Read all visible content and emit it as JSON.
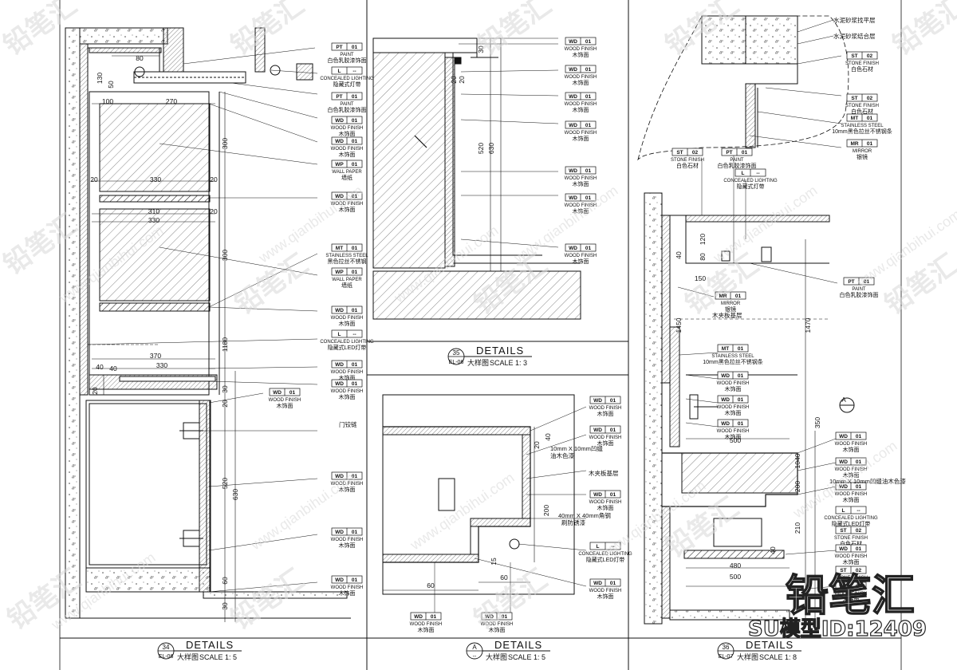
{
  "watermark": {
    "brand": "铅笔汇",
    "url": "www.qianbihui.com",
    "model_id": "SU模型ID:12409"
  },
  "tags": {
    "pt": {
      "code": "PT",
      "num": "01",
      "en": "PAINT",
      "cn": "白色乳胶漆饰面"
    },
    "wd": {
      "code": "WD",
      "num": "01",
      "en": "WOOD FINISH",
      "cn": "木饰面"
    },
    "wp": {
      "code": "WP",
      "num": "01",
      "en": "WALL PAPER",
      "cn": "墙纸"
    },
    "mt": {
      "code": "MT",
      "num": "01",
      "en": "STAINLESS STEEL",
      "cn": "黑色拉丝不锈钢"
    },
    "mt_long": {
      "code": "MT",
      "num": "01",
      "en": "STAINLESS STEEL",
      "cn": "10mm黑色拉丝不锈钢条"
    },
    "l": {
      "code": "L",
      "num": "--",
      "en": "CONCEALED LIGHTING",
      "cn": "隐藏式灯带"
    },
    "l_led": {
      "code": "L",
      "num": "--",
      "en": "CONCEALED LIGHTING",
      "cn": "隐藏式LED灯带"
    },
    "st": {
      "code": "ST",
      "num": "02",
      "en": "STONE FINISH",
      "cn": "白色石材"
    },
    "mr": {
      "code": "MR",
      "num": "01",
      "en": "MIRROR",
      "cn": "银镜"
    }
  },
  "notes": {
    "hinge": "门铰链",
    "groove": "10mm X 10mm凹缝",
    "groove2": "油木色漆",
    "plywood": "木夹板基层",
    "angle": "40mm X 40mm角钢",
    "angle2": "刷防锈漆",
    "cement1": "水泥砂浆找平层",
    "cement2": "水泥砂浆结合层",
    "mirror_base": "木夹板基层",
    "groove_long": "10mm X 10mm凹缝油木色漆"
  },
  "dims": {
    "d34": [
      "80",
      "130",
      "50",
      "100",
      "270",
      "300",
      "20",
      "330",
      "20",
      "310",
      "330",
      "20",
      "300",
      "1180",
      "370",
      "330",
      "40",
      "40",
      "20",
      "30",
      "20",
      "520",
      "630",
      "60",
      "30"
    ],
    "d35": [
      "30",
      "20",
      "20",
      "520",
      "630"
    ],
    "da": [
      "20",
      "40",
      "200",
      "60",
      "60",
      "15"
    ],
    "d36": [
      "120",
      "80",
      "40",
      "150",
      "1450",
      "1470",
      "500",
      "350",
      "1040",
      "200",
      "210",
      "40",
      "480",
      "500"
    ]
  },
  "titles": [
    {
      "num": "34",
      "ref": "EL-06",
      "title": "DETAILS",
      "cn": "大样图",
      "scale": "SCALE 1: 5"
    },
    {
      "num": "35",
      "ref": "EL-06",
      "title": "DETAILS",
      "cn": "大样图",
      "scale": "SCALE 1: 3"
    },
    {
      "num": "A",
      "ref": "--",
      "title": "DETAILS",
      "cn": "大样图",
      "scale": "SCALE 1: 5"
    },
    {
      "num": "36",
      "ref": "EL-07",
      "title": "DETAILS",
      "cn": "大样图",
      "scale": "SCALE 1: 8"
    }
  ],
  "section_mark": "A",
  "colors": {
    "line": "#111111",
    "hatch": "#555555",
    "watermark": "#d8d8d8"
  }
}
